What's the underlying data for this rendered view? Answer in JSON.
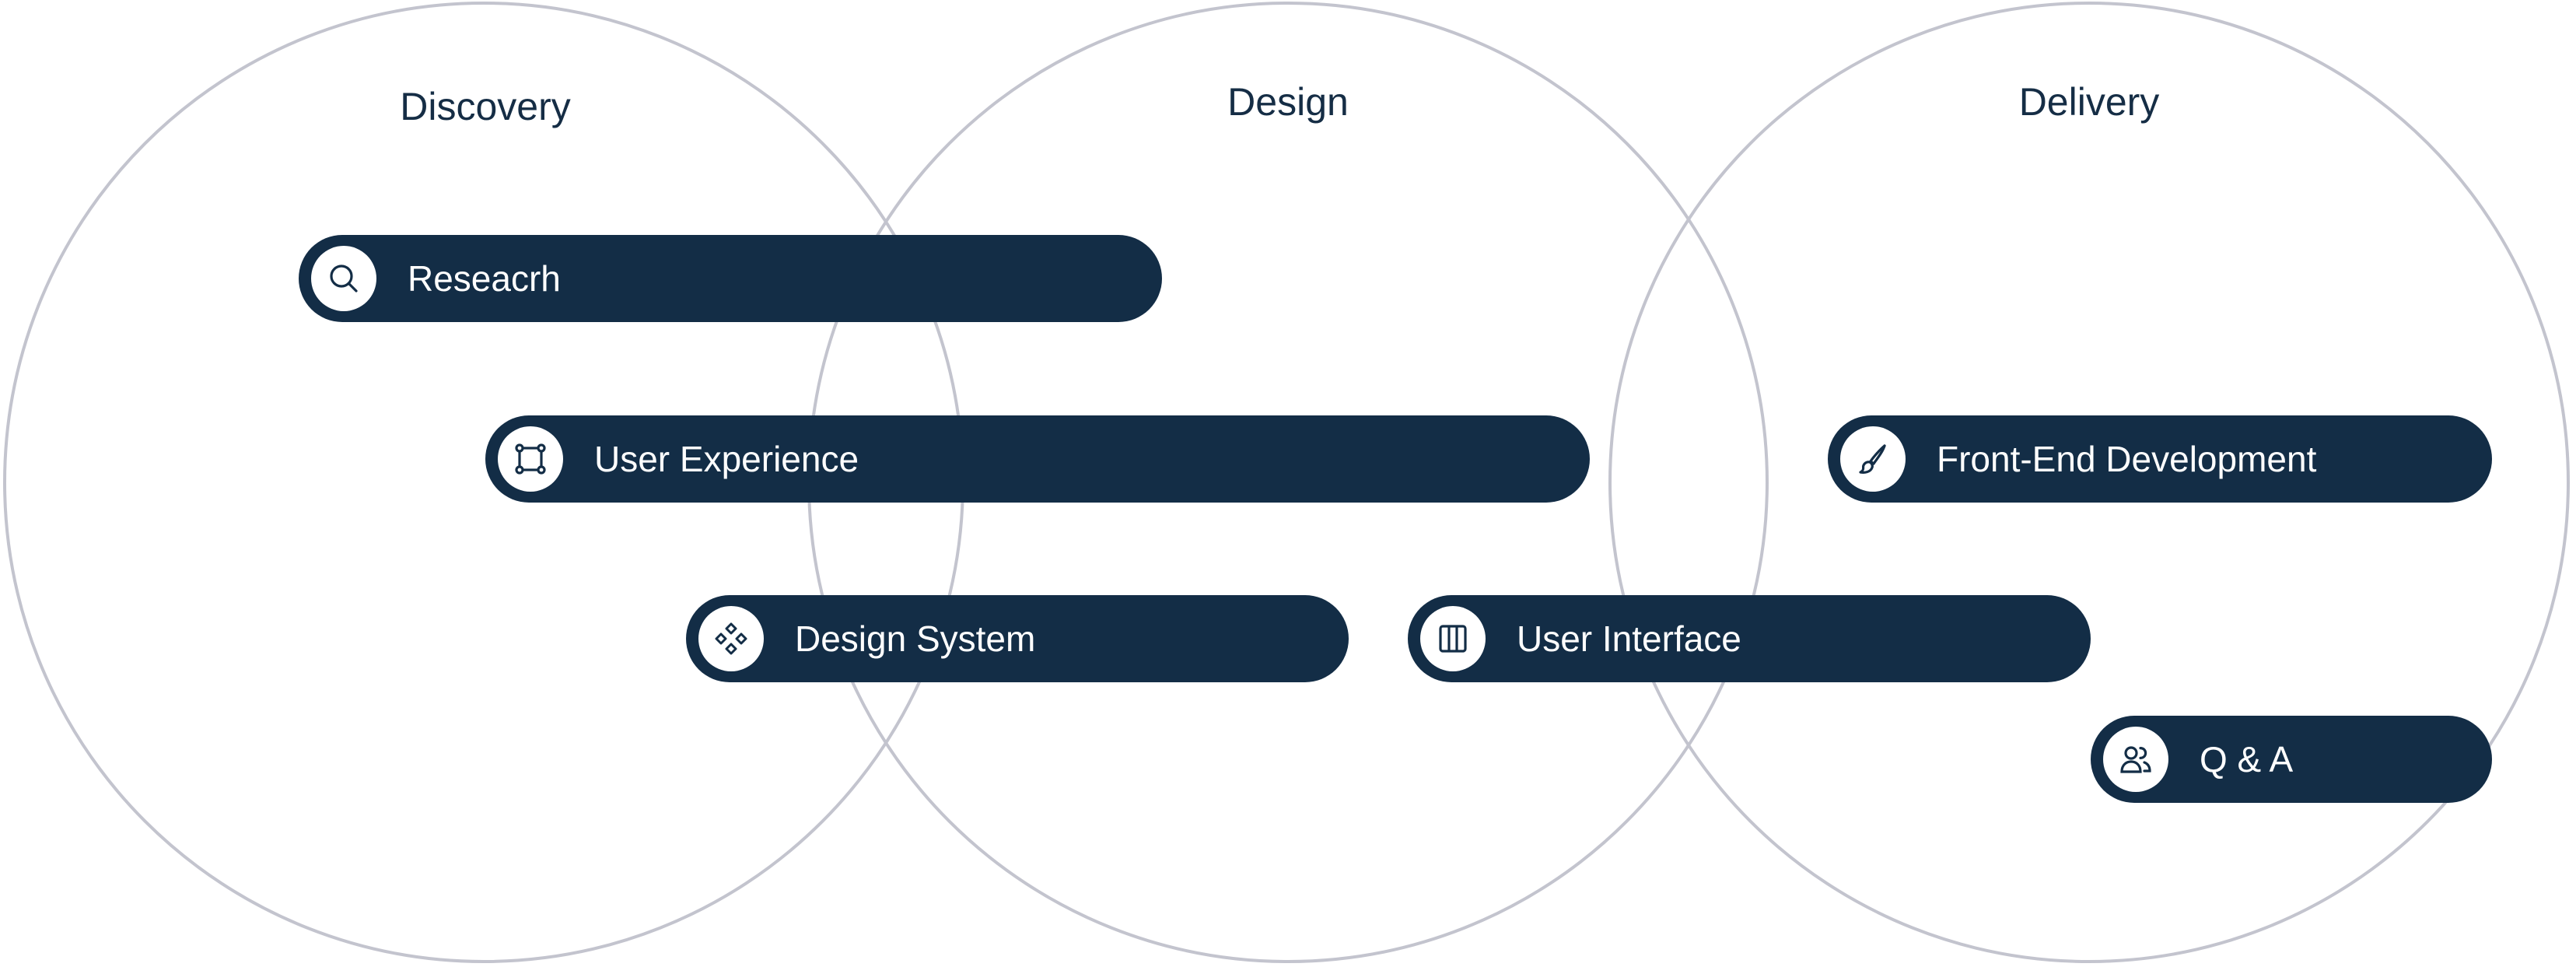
{
  "circles": [
    {
      "title": "Discovery"
    },
    {
      "title": "Design"
    },
    {
      "title": "Delivery"
    }
  ],
  "bars": [
    {
      "label": "Reseacrh",
      "icon": "search-icon"
    },
    {
      "label": "User Experience",
      "icon": "vector-square-icon"
    },
    {
      "label": "Design System",
      "icon": "components-icon"
    },
    {
      "label": "User Interface",
      "icon": "columns-icon"
    },
    {
      "label": "Front-End Development",
      "icon": "paintbrush-icon"
    },
    {
      "label": "Q & A",
      "icon": "users-icon"
    }
  ],
  "colors": {
    "bar": "#132d46",
    "circle_stroke": "#c3c4ce",
    "title_text": "#152d45"
  }
}
